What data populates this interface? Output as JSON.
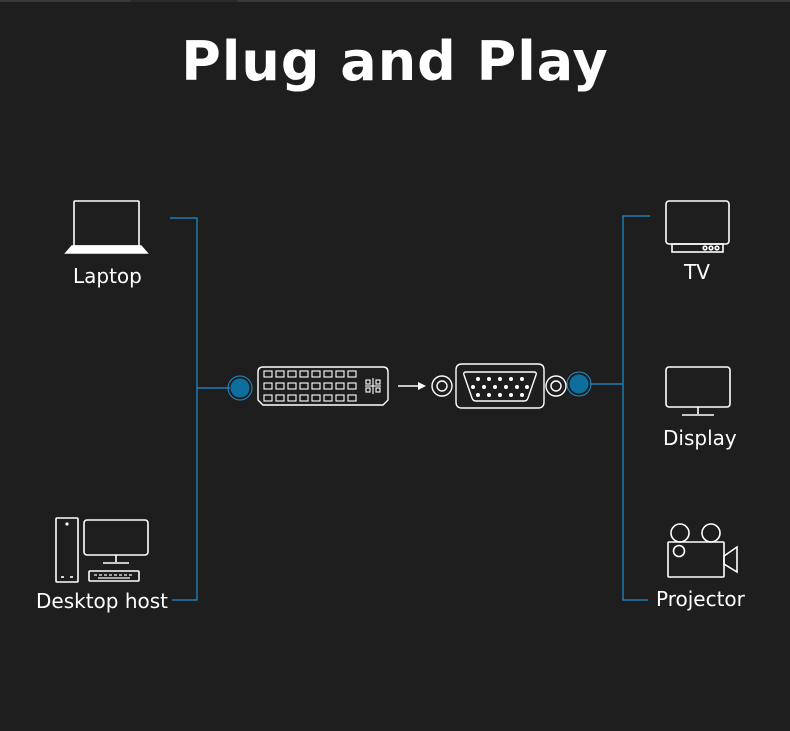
{
  "title": "Plug and Play",
  "sources": {
    "laptop": "Laptop",
    "desktop": "Desktop host"
  },
  "targets": {
    "tv": "TV",
    "display": "Display",
    "projector": "Projector"
  },
  "colors": {
    "background": "#1e1e1e",
    "line": "#1f8fd1",
    "port": "#0e6f9e",
    "icon": "#ffffff"
  },
  "icons": [
    "laptop-icon",
    "desktop-host-icon",
    "dvi-connector-icon",
    "arrow-right-icon",
    "vga-connector-icon",
    "tv-icon",
    "display-icon",
    "projector-icon"
  ]
}
